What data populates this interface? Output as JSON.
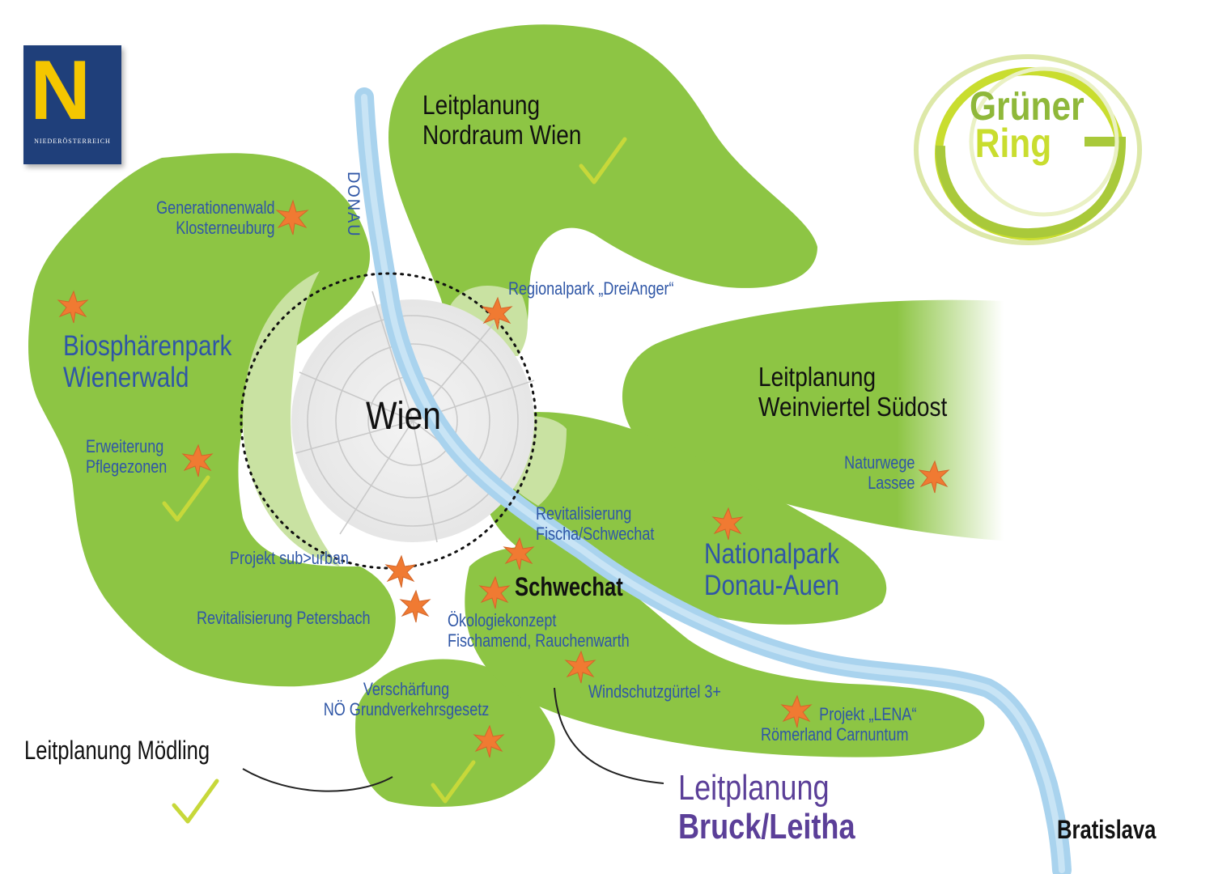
{
  "logos": {
    "niederoesterreich": {
      "letter": "N",
      "subtext": "NIEDERÖSTERREICH"
    },
    "gruener_ring": {
      "line1": "Grüner",
      "line2": "Ring"
    }
  },
  "city": {
    "wien": "Wien",
    "schwechat": "Schwechat",
    "bratislava": "Bratislava"
  },
  "river": {
    "name": "DONAU"
  },
  "regions": {
    "nordraum_line1": "Leitplanung",
    "nordraum_line2": "Nordraum Wien",
    "weinviertel_line1": "Leitplanung",
    "weinviertel_line2": "Weinviertel Südost",
    "biosphaerenpark_line1": "Biosphärenpark",
    "biosphaerenpark_line2": "Wienerwald",
    "nationalpark_line1": "Nationalpark",
    "nationalpark_line2": "Donau-Auen",
    "moedling": "Leitplanung Mödling",
    "bruck_line1": "Leitplanung",
    "bruck_line2": "Bruck/Leitha"
  },
  "projects": {
    "generationenwald_line1": "Generationenwald",
    "generationenwald_line2": "Klosterneuburg",
    "dreianger": "Regionalpark „DreiAnger“",
    "erweiterung_line1": "Erweiterung",
    "erweiterung_line2": "Pflegezonen",
    "naturwege_line1": "Naturwege",
    "naturwege_line2": "Lassee",
    "fischa_line1": "Revitalisierung",
    "fischa_line2": "Fischa/Schwechat",
    "suburban": "Projekt sub>urban",
    "petersbach": "Revitalisierung Petersbach",
    "oekologie_line1": "Ökologiekonzept",
    "oekologie_line2": "Fischamend, Rauchenwarth",
    "windschutz": "Windschutzgürtel 3+",
    "lena_line1": "Projekt „LENA“",
    "lena_line2": "Römerland Carnuntum",
    "verschaerfung_line1": "Verschärfung",
    "verschaerfung_line2": "NÖ Grundverkehrsgesetz"
  },
  "icons": {
    "project_marker": "star-icon",
    "completed_marker": "checkmark-icon"
  },
  "colors": {
    "green_area": "#8dc544",
    "light_green_area": "#c9e2a2",
    "city_gray": "#ededed",
    "river": "#a9d3ee",
    "label_blue": "#2f56a6",
    "label_purple": "#5b3f98",
    "star_orange": "#f07a32",
    "check_green": "#c7d83a"
  }
}
